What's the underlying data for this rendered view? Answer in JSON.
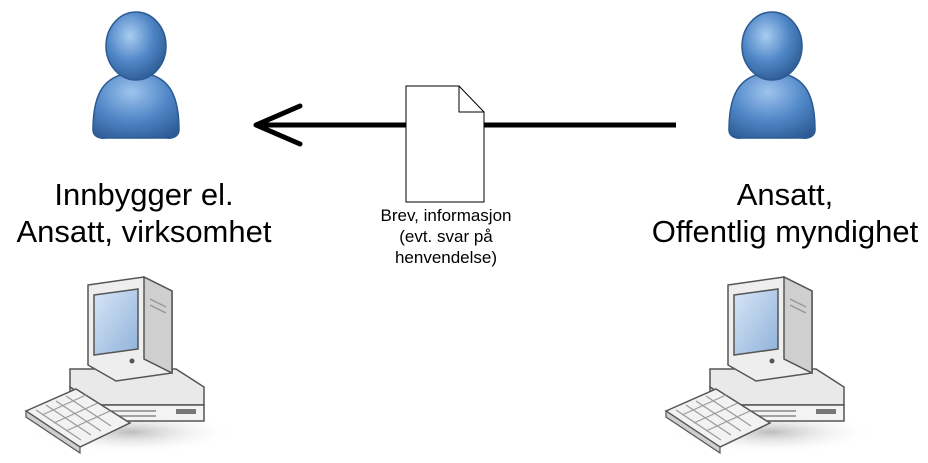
{
  "left_actor": {
    "line1": "Innbygger el.",
    "line2": "Ansatt, virksomhet"
  },
  "right_actor": {
    "line1": "Ansatt,",
    "line2": "Offentlig myndighet"
  },
  "message": {
    "line1": "Brev, informasjon",
    "line2": "(evt. svar på",
    "line3": "henvendelse)"
  },
  "colors": {
    "person_blue": "#4f86c6",
    "person_dark": "#2c5a93",
    "arrow": "#000000",
    "computer_body": "#ececec",
    "screen": "#a9c6e6"
  },
  "icons": [
    "person-icon",
    "document-icon",
    "computer-icon"
  ]
}
